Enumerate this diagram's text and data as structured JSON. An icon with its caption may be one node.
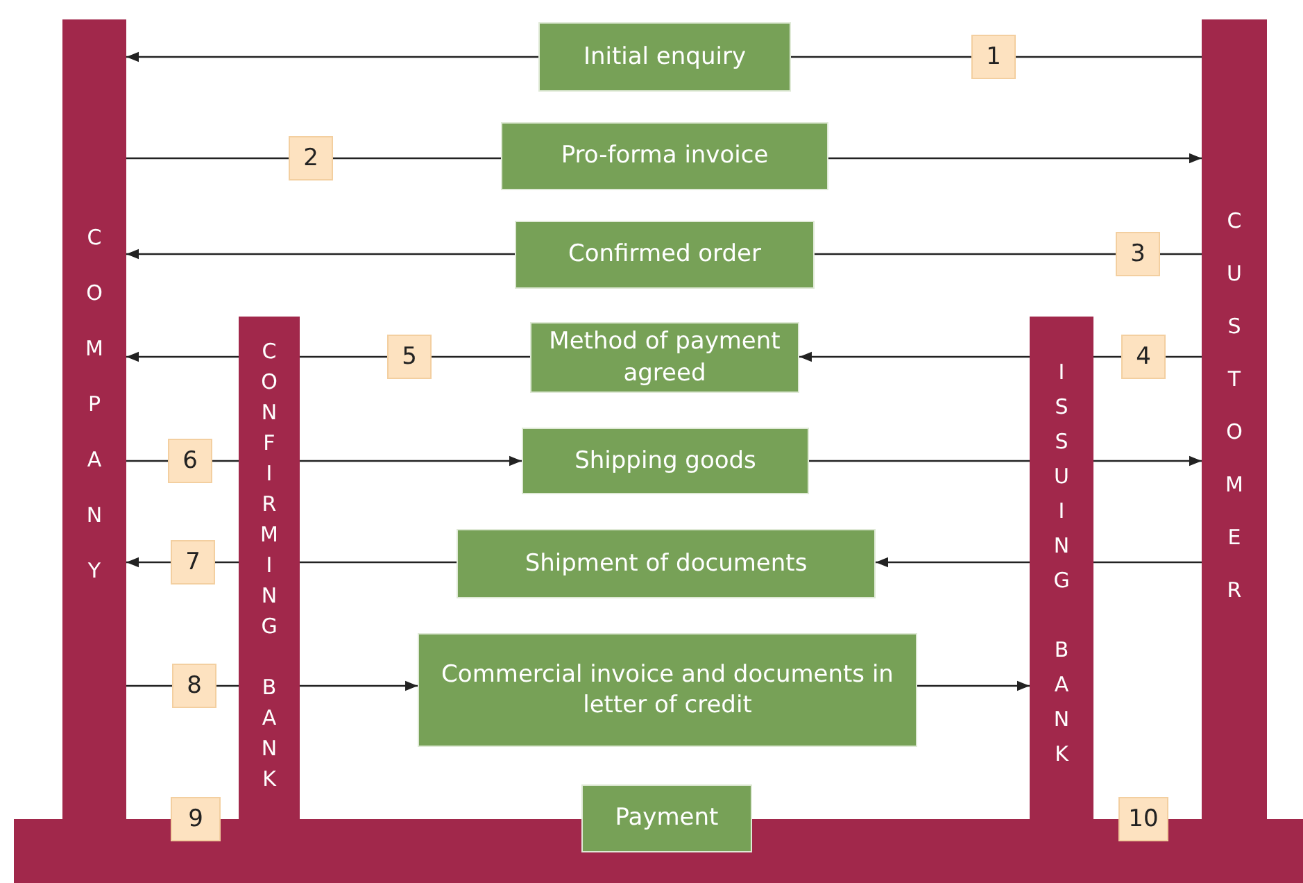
{
  "diagram": {
    "nodes": [
      {
        "text": [
          "COMPANY"
        ]
      },
      {
        "text": [
          "CUSTOMER"
        ]
      },
      {
        "text": [
          "CONFIRMING BANK"
        ]
      },
      {
        "text": [
          "ISSUING BANK"
        ]
      },
      {
        "text": [],
        "shape": "bar"
      },
      {
        "text": [
          "Initial enquiry"
        ]
      },
      {
        "text": [
          "Pro-forma invoice"
        ]
      },
      {
        "text": [
          "Confirmed order"
        ]
      },
      {
        "text": [
          "Method of payment agreed"
        ]
      },
      {
        "text": [
          "Shipping goods"
        ]
      },
      {
        "text": [
          "Shipment of documents"
        ]
      },
      {
        "text": [
          "Commercial invoice and documents in letter of credit"
        ]
      },
      {
        "text": [
          "Payment"
        ]
      }
    ],
    "edges": [
      {
        "from": 1,
        "to": 5,
        "arrow": "none",
        "label": "1"
      },
      {
        "from": 5,
        "to": 0,
        "arrow": "to"
      },
      {
        "from": 0,
        "to": 6,
        "arrow": "none",
        "label": "2"
      },
      {
        "from": 6,
        "to": 1,
        "arrow": "to"
      },
      {
        "from": 1,
        "to": 7,
        "arrow": "none",
        "label": "3"
      },
      {
        "from": 7,
        "to": 0,
        "arrow": "to"
      },
      {
        "from": 1,
        "to": 3,
        "arrow": "none",
        "label": "4"
      },
      {
        "from": 3,
        "to": 8,
        "arrow": "to"
      },
      {
        "from": 8,
        "to": 2,
        "arrow": "none",
        "label": "5"
      },
      {
        "from": 2,
        "to": 0,
        "arrow": "to"
      },
      {
        "from": 0,
        "to": 2,
        "arrow": "none",
        "label": "6"
      },
      {
        "from": 2,
        "to": 9,
        "arrow": "to"
      },
      {
        "from": 9,
        "to": 3,
        "arrow": "none"
      },
      {
        "from": 3,
        "to": 1,
        "arrow": "to"
      },
      {
        "from": 1,
        "to": 3,
        "arrow": "none"
      },
      {
        "from": 3,
        "to": 10,
        "arrow": "to"
      },
      {
        "from": 10,
        "to": 2,
        "arrow": "none"
      },
      {
        "from": 2,
        "to": 0,
        "arrow": "to",
        "label": "7"
      },
      {
        "from": 0,
        "to": 2,
        "arrow": "none",
        "label": "8"
      },
      {
        "from": 2,
        "to": 11,
        "arrow": "to"
      },
      {
        "from": 11,
        "to": 3,
        "arrow": "to"
      }
    ],
    "labels": [
      "9",
      "10"
    ]
  }
}
